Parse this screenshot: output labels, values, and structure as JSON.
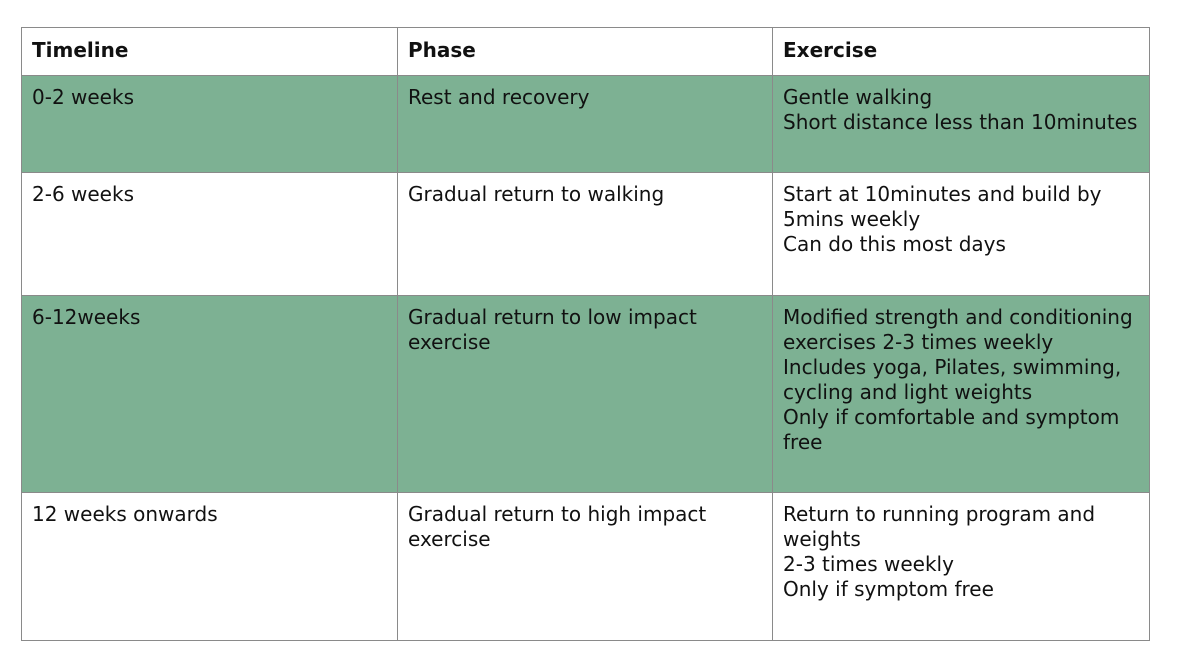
{
  "table": {
    "headers": [
      "Timeline",
      "Phase",
      "Exercise"
    ],
    "rows": [
      {
        "timeline": "0-2 weeks",
        "phase": "Rest and recovery",
        "exercise": [
          "Gentle walking",
          "Short distance less than 10minutes"
        ]
      },
      {
        "timeline": "2-6 weeks",
        "phase": "Gradual return to walking",
        "exercise": [
          "Start at 10minutes and build by 5mins weekly",
          "Can do this most days"
        ]
      },
      {
        "timeline": "6-12weeks",
        "phase": "Gradual return to low impact exercise",
        "exercise": [
          "Modified strength and conditioning exercises 2-3 times weekly",
          "Includes yoga, Pilates, swimming, cycling and light weights",
          "Only if comfortable and symptom free"
        ]
      },
      {
        "timeline": "12 weeks onwards",
        "phase": "Gradual return to high impact exercise",
        "exercise": [
          "Return to running program and weights",
          "2-3 times weekly",
          "Only if symptom free"
        ]
      }
    ]
  },
  "colors": {
    "shaded_row": "#7db193",
    "border": "#8a8a8a"
  }
}
